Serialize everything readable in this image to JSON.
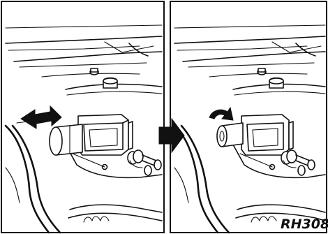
{
  "figure": {
    "reference_code": "RH308",
    "panels": [
      {
        "name": "step-1",
        "action": "pull-out",
        "arrow": "double-headed-arrow-icon"
      },
      {
        "name": "step-2",
        "action": "rotate",
        "arrow": "curved-rotation-arrow-icon"
      }
    ],
    "transition_arrow": "right-arrow-icon",
    "colors": {
      "line": "#111111",
      "background": "#ffffff"
    }
  }
}
